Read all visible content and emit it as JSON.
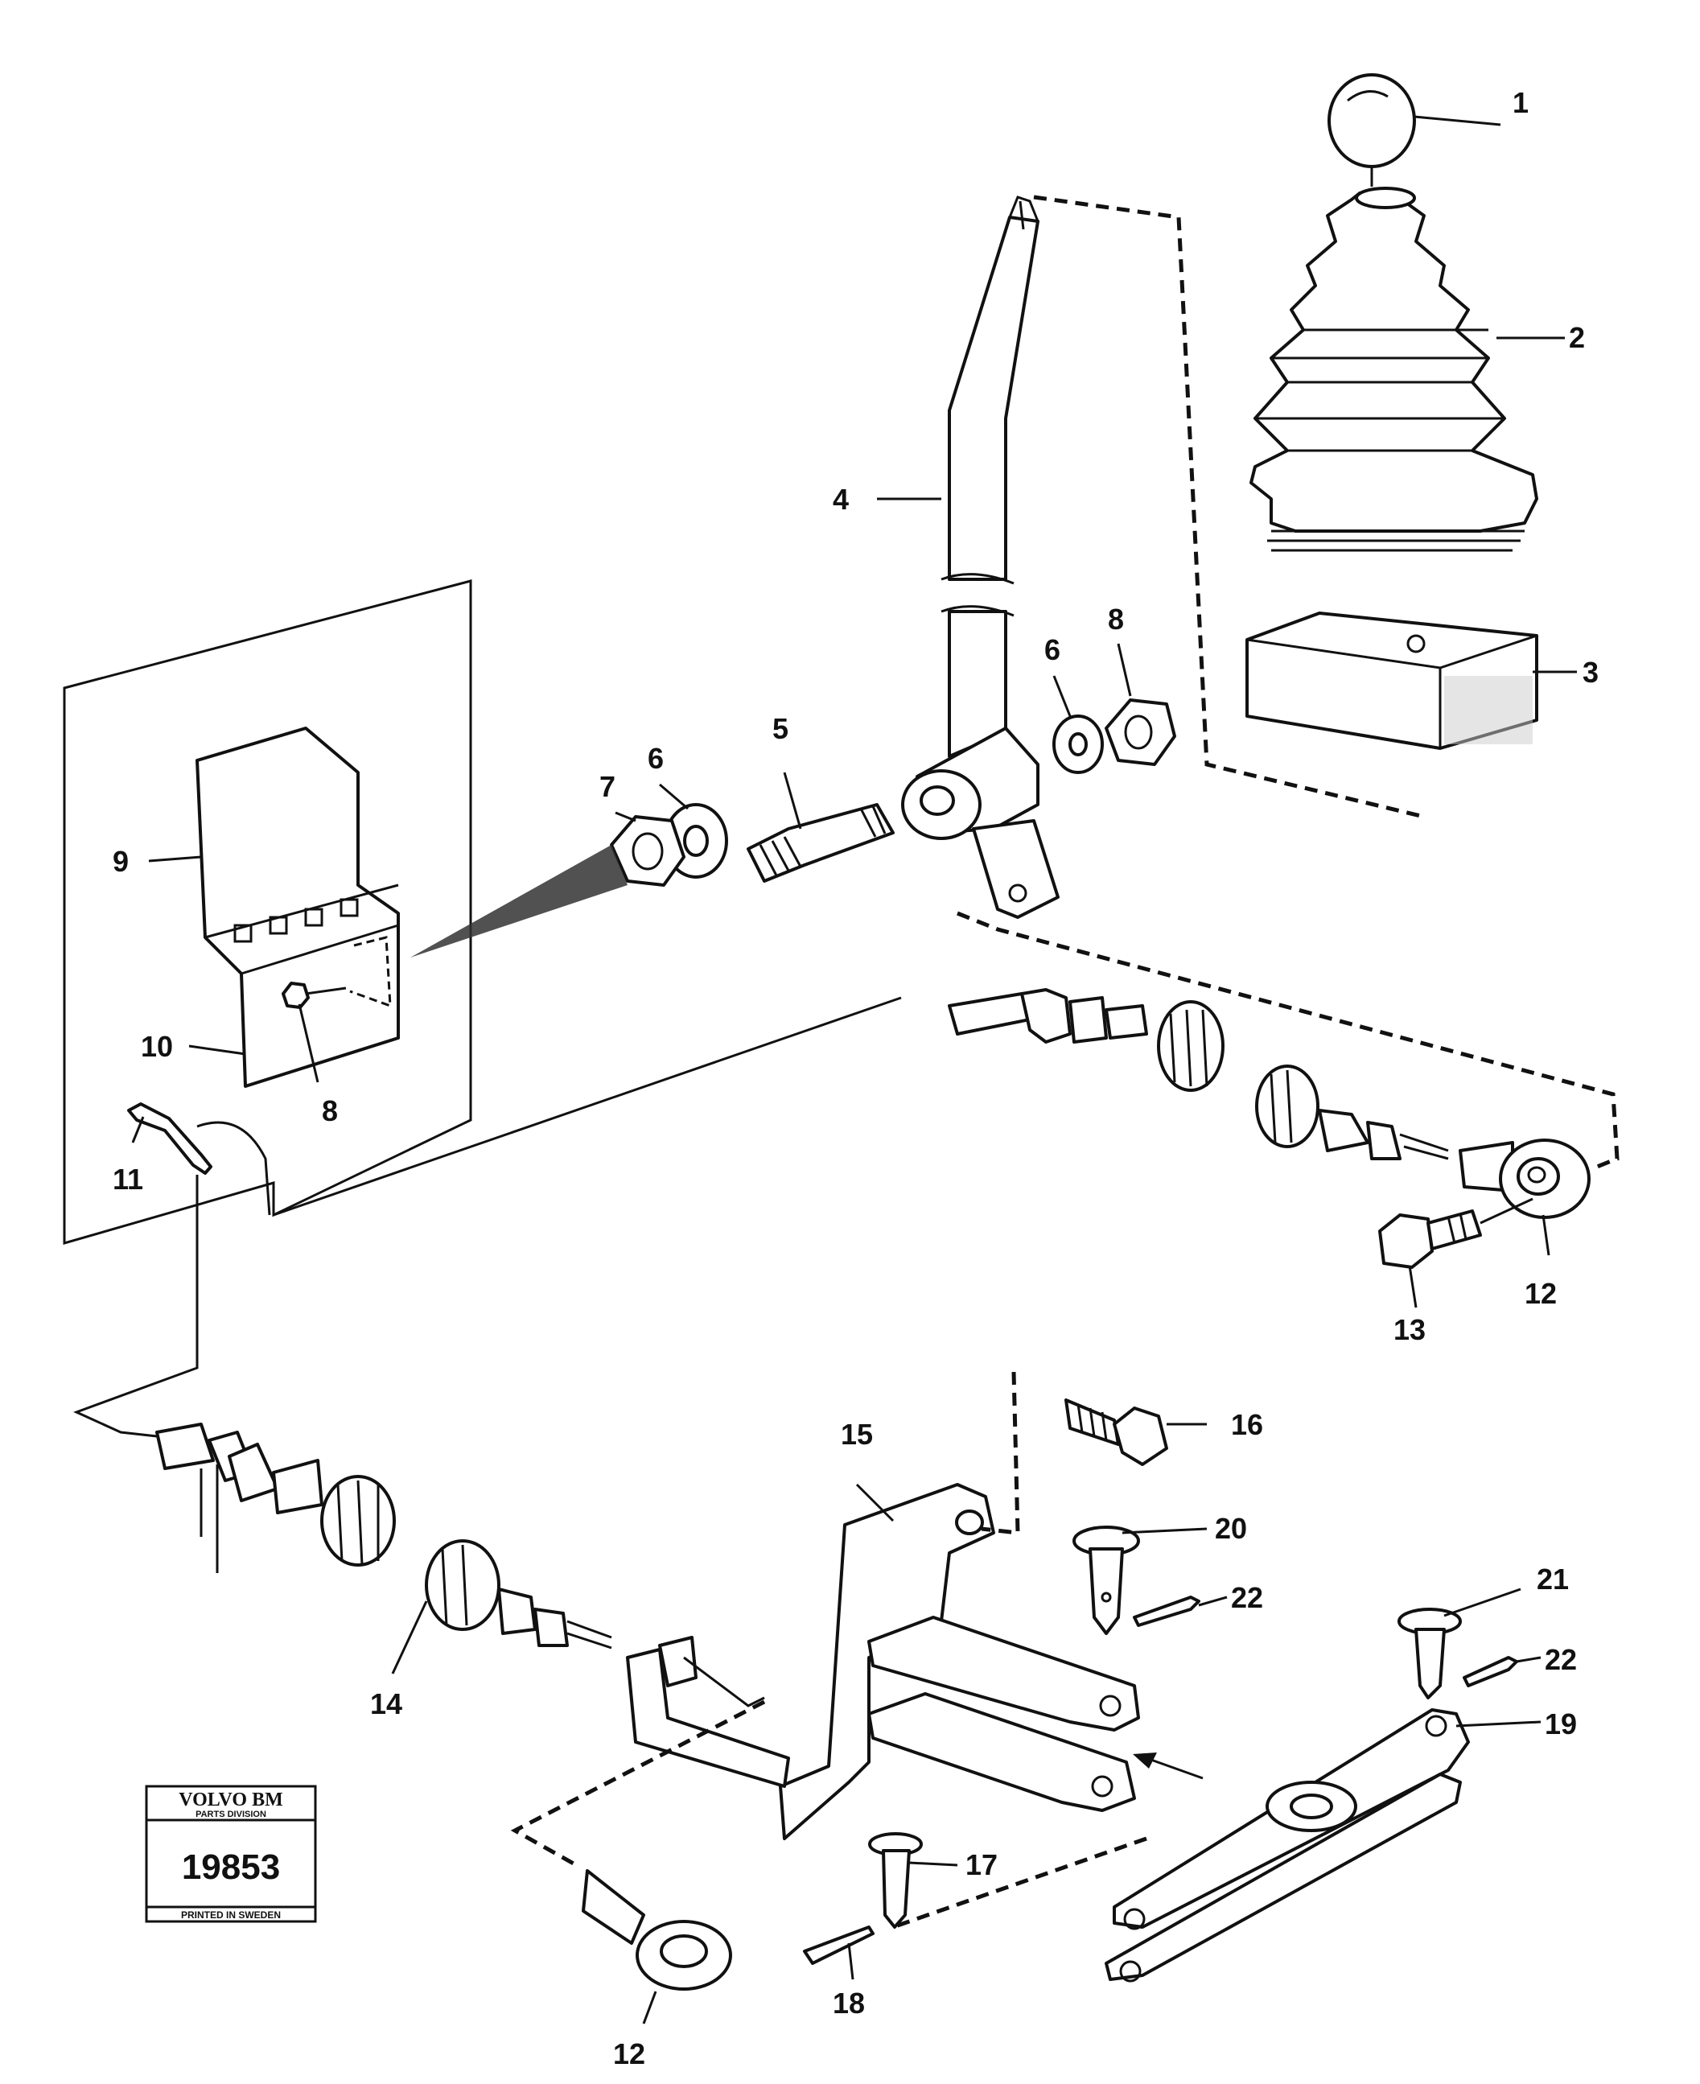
{
  "callouts": {
    "c1": "1",
    "c2": "2",
    "c3": "3",
    "c4": "4",
    "c5": "5",
    "c6a": "6",
    "c6b": "6",
    "c7": "7",
    "c8a": "8",
    "c8b": "8",
    "c9": "9",
    "c10": "10",
    "c11": "11",
    "c12a": "12",
    "c12b": "12",
    "c13": "13",
    "c14": "14",
    "c15": "15",
    "c16": "16",
    "c17": "17",
    "c18": "18",
    "c19": "19",
    "c20": "20",
    "c21": "21",
    "c22a": "22",
    "c22b": "22"
  },
  "stamp": {
    "brand": "VOLVO BM",
    "division": "PARTS DIVISION",
    "number": "19853",
    "printed": "PRINTED IN SWEDEN"
  }
}
